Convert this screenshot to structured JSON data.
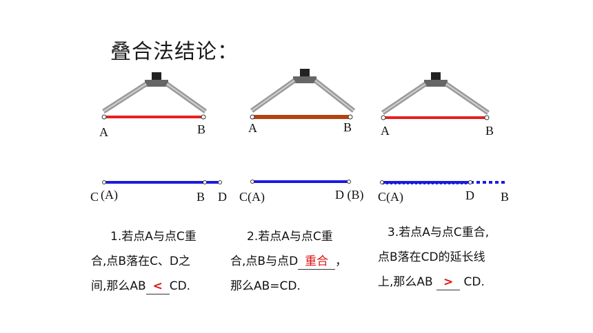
{
  "title": "叠合法结论：",
  "colors": {
    "red": "#e52020",
    "brown": "#b4420f",
    "blue": "#1a1ae0",
    "answer": "#e01010"
  },
  "icons": [
    "compass-icon"
  ],
  "panels": [
    {
      "top_labels": {
        "a": "A",
        "b": "B"
      },
      "bottom_labels": {
        "c": "C",
        "ca": "(A)",
        "b": "B",
        "d": "D"
      },
      "text": {
        "line1": "1.若点A与点C重",
        "line2": "合,点B落在C、D之",
        "line3_pre": "间,那么AB",
        "answer": "<",
        "line3_post": "CD."
      }
    },
    {
      "top_labels": {
        "a": "A",
        "b": "B"
      },
      "bottom_labels": {
        "ca": "C(A)",
        "db": "D (B)"
      },
      "text": {
        "line1": "2.若点A与点C重",
        "line2_pre": "合,点B与点D",
        "answer": "重合",
        "line2_post": "，",
        "line3": "那么AB=CD."
      }
    },
    {
      "top_labels": {
        "a": "A",
        "b": "B"
      },
      "bottom_labels": {
        "ca": "C(A)",
        "d": "D",
        "b": "B"
      },
      "text": {
        "line1": "3.若点A与点C重合,",
        "line2": "点B落在CD的延长线",
        "line3_pre": "上,那么AB",
        "answer": ">",
        "line3_post": "CD."
      }
    }
  ]
}
